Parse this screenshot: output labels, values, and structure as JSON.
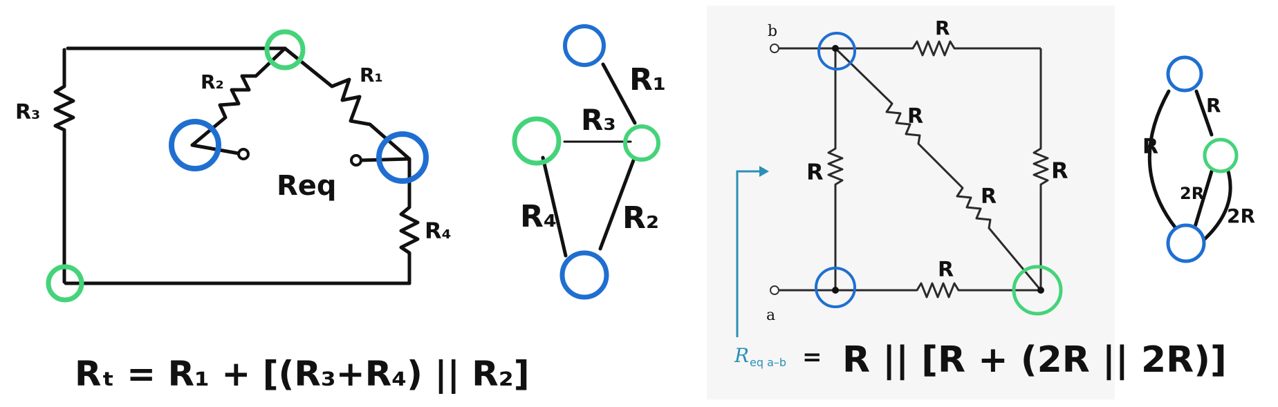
{
  "colors": {
    "blue_node": "#1f6fd1",
    "green_node": "#45d37a",
    "ink": "#111111",
    "teal_label": "#2b8fb7"
  },
  "left_circuit": {
    "r3": "R₃",
    "r4": "R₄",
    "r_left": "R₂",
    "r_top": "R₁",
    "req": "Req",
    "equation": "Rₜ = R₁ + [(R₃+R₄) || R₂]"
  },
  "left_graph": {
    "r1": "R₁",
    "r2": "R₂",
    "r3": "R₃",
    "r4": "R₄"
  },
  "right_circuit": {
    "node_b": "b",
    "node_a": "a",
    "r_top": "R",
    "r_left": "R",
    "r_right": "R",
    "r_diag_upper": "R",
    "r_diag_lower": "R",
    "r_bottom": "R",
    "req_label": "R",
    "req_sub": "eq a–b",
    "equation_eq": "=",
    "equation_rhs": "R || [R + (2R || 2R)]"
  },
  "right_graph": {
    "r_left": "R",
    "r_right": "R",
    "r_inner": "2R",
    "r_outer": "2R"
  }
}
